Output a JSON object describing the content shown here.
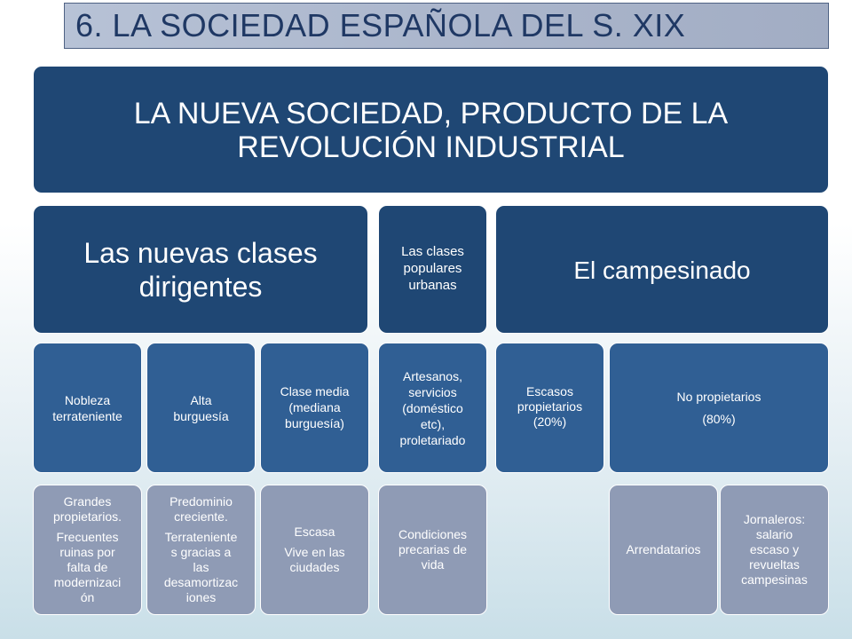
{
  "title": "6. LA SOCIEDAD ESPAÑOLA DEL S. XIX",
  "root": {
    "line1": "LA NUEVA SOCIEDAD, PRODUCTO DE LA",
    "line2": "REVOLUCIÓN INDUSTRIAL"
  },
  "level1": {
    "dirigentes": {
      "line1": "Las nuevas clases",
      "line2": "dirigentes"
    },
    "populares": {
      "line1": "Las clases",
      "line2": "populares",
      "line3": "urbanas"
    },
    "campesinado": {
      "label": "El campesinado"
    }
  },
  "level2": {
    "nobleza": {
      "line1": "Nobleza",
      "line2": "terrateniente"
    },
    "alta_burguesia": {
      "line1": "Alta",
      "line2": "burguesía"
    },
    "clase_media": {
      "line1": "Clase media",
      "line2": "(mediana",
      "line3": "burguesía)"
    },
    "artesanos": {
      "line1": "Artesanos,",
      "line2": "servicios",
      "line3": "(doméstico",
      "line4": "etc),",
      "line5": "proletariado"
    },
    "escasos": {
      "line1": "Escasos",
      "line2": "propietarios",
      "line3": "(20%)"
    },
    "no_propietarios": {
      "line1": "No propietarios",
      "line2": "(80%)"
    }
  },
  "level3": {
    "grandes": {
      "p1l1": "Grandes",
      "p1l2": "propietarios.",
      "p2l1": "Frecuentes",
      "p2l2": "ruinas por",
      "p2l3": "falta de",
      "p2l4": "modernizaci",
      "p2l5": "ón"
    },
    "predominio": {
      "p1l1": "Predominio",
      "p1l2": "creciente.",
      "p2l1": "Terrateniente",
      "p2l2": "s gracias a",
      "p2l3": "las",
      "p2l4": "desamortizac",
      "p2l5": "iones"
    },
    "escasa": {
      "p1": "Escasa",
      "p2l1": "Vive en las",
      "p2l2": "ciudades"
    },
    "condiciones": {
      "line1": "Condiciones",
      "line2": "precarias de",
      "line3": "vida"
    },
    "arrendatarios": {
      "label": "Arrendatarios"
    },
    "jornaleros": {
      "line1": "Jornaleros:",
      "line2": "salario",
      "line3": "escaso y",
      "line4": "revueltas",
      "line5": "campesinas"
    }
  }
}
